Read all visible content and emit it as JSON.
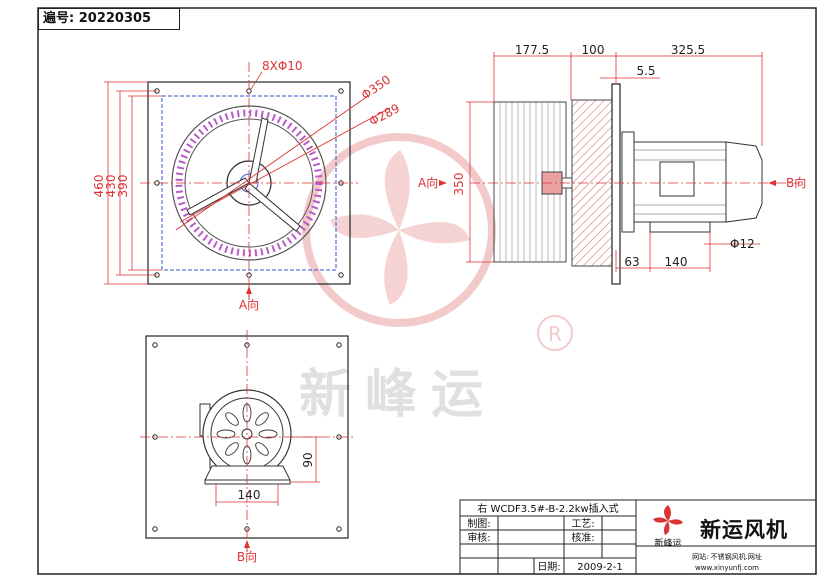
{
  "doc_no_label": "遍号:",
  "doc_no_value": "20220305",
  "top_view": {
    "hole_note": "8XΦ10",
    "d_outer": "Φ350",
    "d_inner": "Φ289",
    "dim_460": "460",
    "dim_430": "430",
    "dim_390": "390",
    "arrow_label": "A向"
  },
  "side_view": {
    "dim_177": "177.5",
    "dim_100": "100",
    "dim_325": "325.5",
    "dim_55": "5.5",
    "dim_350": "350",
    "dim_63": "63",
    "dim_140": "140",
    "dim_phi12": "Φ12",
    "left_arrow": "A向",
    "right_arrow": "B向"
  },
  "bottom_view": {
    "dim_140": "140",
    "dim_90": "90",
    "arrow_label": "B向"
  },
  "watermark": {
    "text": "新峰运",
    "registered": "R"
  },
  "title_block": {
    "model": "右 WCDF3.5#-B-2.2kw插入式",
    "zhitu": "制图:",
    "gongyi": "工艺:",
    "shenhe": "审核:",
    "hezhun": "核准:",
    "riqi": "日期:",
    "date": "2009-2-1",
    "brand_cn": "新运风机",
    "brand_logo_text": "新峰运",
    "website_line": "网站: 不锈钢风机.网址",
    "website_url": "www.xinyunfj.com"
  }
}
